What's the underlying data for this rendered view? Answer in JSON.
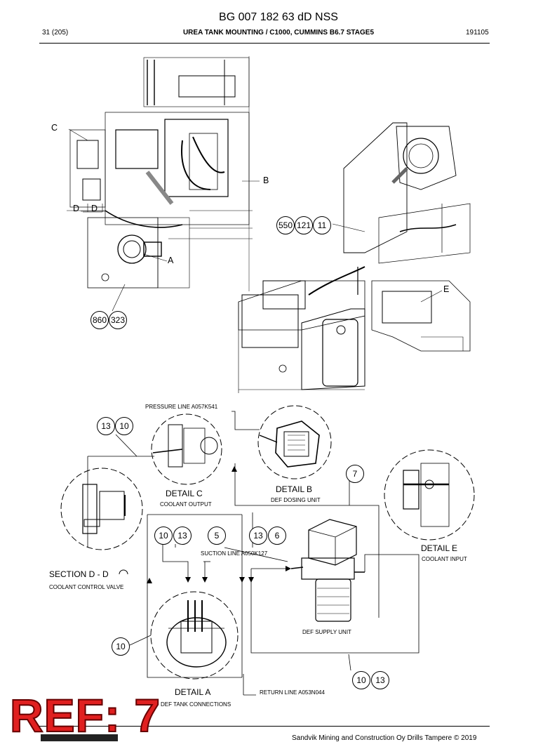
{
  "header": {
    "doc_number": "BG 007 182 63 dD NSS",
    "page": "31 (205)",
    "title": "UREA TANK MOUNTING / C1000, CUMMINS B6.7 STAGE5",
    "code": "191105"
  },
  "labels": {
    "c": "C",
    "b": "B",
    "d1": "D",
    "d2": "D",
    "a": "A",
    "e": "E",
    "detail_c": "DETAIL C",
    "coolant_output": "COOLANT OUTPUT",
    "detail_b": "DETAIL B",
    "def_dosing_unit": "DEF DOSING UNIT",
    "detail_e": "DETAIL E",
    "coolant_input": "COOLANT INPUT",
    "section_dd": "SECTION D - D",
    "coolant_control_valve": "COOLANT CONTROL VALVE",
    "pressure_line": "PRESSURE LINE A057K541",
    "suction_line": "SUCTION LINE A050K127",
    "def_supply_unit": "DEF SUPPLY UNIT",
    "detail_a": "DETAIL A",
    "def_tank_connections": "DEF TANK CONNECTIONS",
    "return_line": "RETURN LINE A053N044"
  },
  "bubbles": {
    "b550": "550",
    "b121": "121",
    "b11": "11",
    "b860": "860",
    "b323": "323",
    "b13a": "13",
    "b10a": "10",
    "b7": "7",
    "b10b": "10",
    "b13b": "13",
    "b5": "5",
    "b13c": "13",
    "b6": "6",
    "b10c": "10",
    "b10d": "10",
    "b13d": "13"
  },
  "ref": "REF: 7",
  "footer": "Sandvik Mining and Construction Oy Drills Tampere © 2019"
}
